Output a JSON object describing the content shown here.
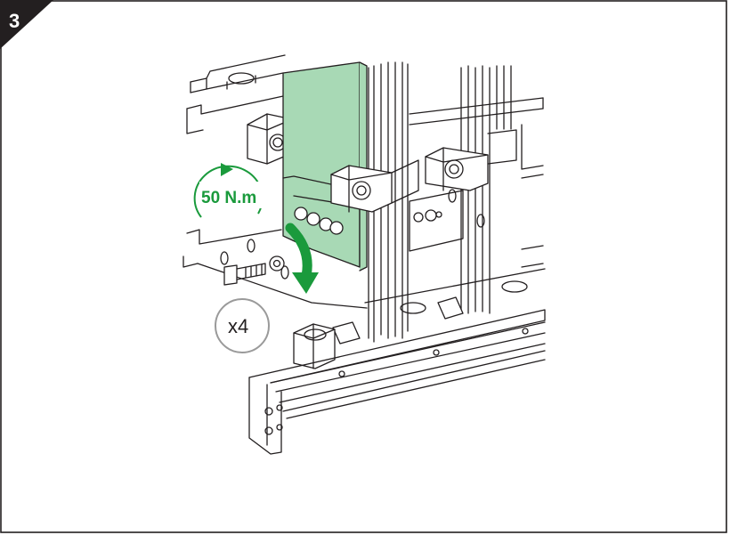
{
  "step": {
    "number": "3"
  },
  "torque": {
    "label": "50 N.m"
  },
  "quantity": {
    "label": "x4"
  },
  "colors": {
    "accent_green": "#1a9a3c",
    "busbar_fill": "#a8d9b5",
    "line": "#231f20",
    "badge_bg": "#231f20"
  },
  "icons": {
    "rotation": "clockwise-rotation-arrow-icon",
    "direction": "curved-down-arrow-icon"
  }
}
